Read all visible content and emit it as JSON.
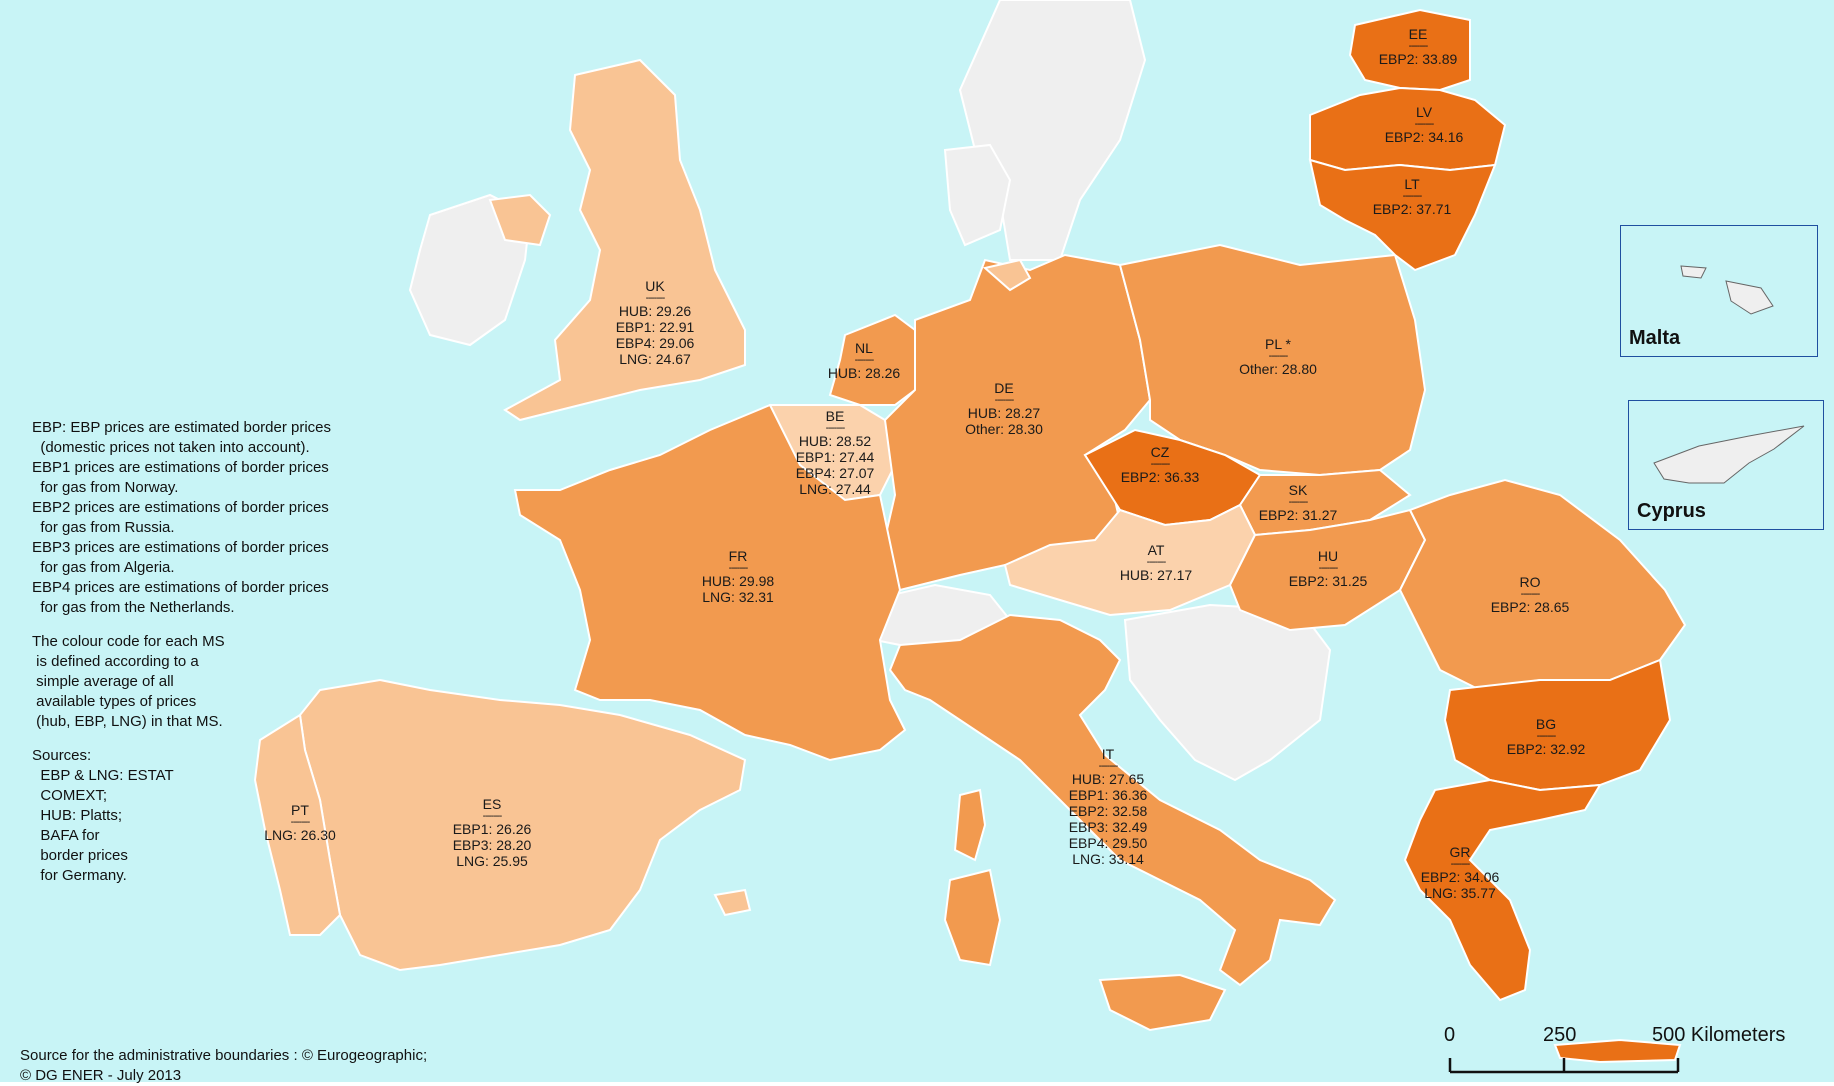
{
  "countries": [
    {
      "id": "ee",
      "code": "EE",
      "lines": [
        "EBP2: 33.89"
      ]
    },
    {
      "id": "lv",
      "code": "LV",
      "lines": [
        "EBP2: 34.16"
      ]
    },
    {
      "id": "lt",
      "code": "LT",
      "lines": [
        "EBP2: 37.71"
      ]
    },
    {
      "id": "uk",
      "code": "UK",
      "lines": [
        "HUB: 29.26",
        "EBP1: 22.91",
        "EBP4: 29.06",
        "LNG: 24.67"
      ]
    },
    {
      "id": "nl",
      "code": "NL",
      "lines": [
        "HUB: 28.26"
      ]
    },
    {
      "id": "be",
      "code": "BE",
      "lines": [
        "HUB: 28.52",
        "EBP1: 27.44",
        "EBP4: 27.07",
        "LNG: 27.44"
      ]
    },
    {
      "id": "de",
      "code": "DE",
      "lines": [
        "HUB: 28.27",
        "Other: 28.30"
      ]
    },
    {
      "id": "pl",
      "code": "PL *",
      "lines": [
        "Other: 28.80"
      ]
    },
    {
      "id": "cz",
      "code": "CZ",
      "lines": [
        "EBP2: 36.33"
      ]
    },
    {
      "id": "sk",
      "code": "SK",
      "lines": [
        "EBP2: 31.27"
      ]
    },
    {
      "id": "at",
      "code": "AT",
      "lines": [
        "HUB: 27.17"
      ]
    },
    {
      "id": "hu",
      "code": "HU",
      "lines": [
        "EBP2: 31.25"
      ]
    },
    {
      "id": "ro",
      "code": "RO",
      "lines": [
        "EBP2: 28.65"
      ]
    },
    {
      "id": "fr",
      "code": "FR",
      "lines": [
        "HUB: 29.98",
        "LNG: 32.31"
      ]
    },
    {
      "id": "bg",
      "code": "BG",
      "lines": [
        "EBP2: 32.92"
      ]
    },
    {
      "id": "it",
      "code": "IT",
      "lines": [
        "HUB: 27.65",
        "EBP1: 36.36",
        "EBP2: 32.58",
        "EBP3: 32.49",
        "EBP4: 29.50",
        "LNG: 33.14"
      ]
    },
    {
      "id": "pt",
      "code": "PT",
      "lines": [
        "LNG: 26.30"
      ]
    },
    {
      "id": "es",
      "code": "ES",
      "lines": [
        "EBP1: 26.26",
        "EBP3: 28.20",
        "LNG: 25.95"
      ]
    },
    {
      "id": "gr",
      "code": "GR",
      "lines": [
        "EBP2: 34.06",
        "LNG: 35.77"
      ]
    }
  ],
  "separator": "-------",
  "legend": {
    "lines": [
      "EBP: EBP prices are estimated border prices",
      "  (domestic prices not taken into account).",
      "EBP1 prices are estimations of border prices",
      "  for gas from Norway.",
      "EBP2 prices are estimations of border prices",
      "  for gas from Russia.",
      "EBP3 prices are estimations of border prices",
      "  for gas from Algeria.",
      "EBP4 prices are estimations of border prices",
      "  for gas from the Netherlands.",
      "",
      "The colour code for each MS",
      " is defined according to a",
      " simple average of all",
      " available types of prices",
      " (hub, EBP, LNG) in that MS.",
      "",
      "Sources:",
      "  EBP & LNG: ESTAT",
      "  COMEXT;",
      "  HUB: Platts;",
      "  BAFA for",
      "  border prices",
      "  for Germany."
    ]
  },
  "insets": {
    "malta": "Malta",
    "cyprus": "Cyprus"
  },
  "footer": {
    "line1": "Source for the administrative boundaries : © Eurogeographic;",
    "line2": "©  DG ENER - July 2013"
  },
  "scale": {
    "t0": "0",
    "t1": "250",
    "t2": "500 Kilometers"
  },
  "colors": {
    "sea": "#c8f4f6",
    "lightest": "#fbd2ac",
    "light": "#f9c494",
    "mid": "#f29a4f",
    "dark": "#e97016",
    "non_member": "#efefef"
  }
}
